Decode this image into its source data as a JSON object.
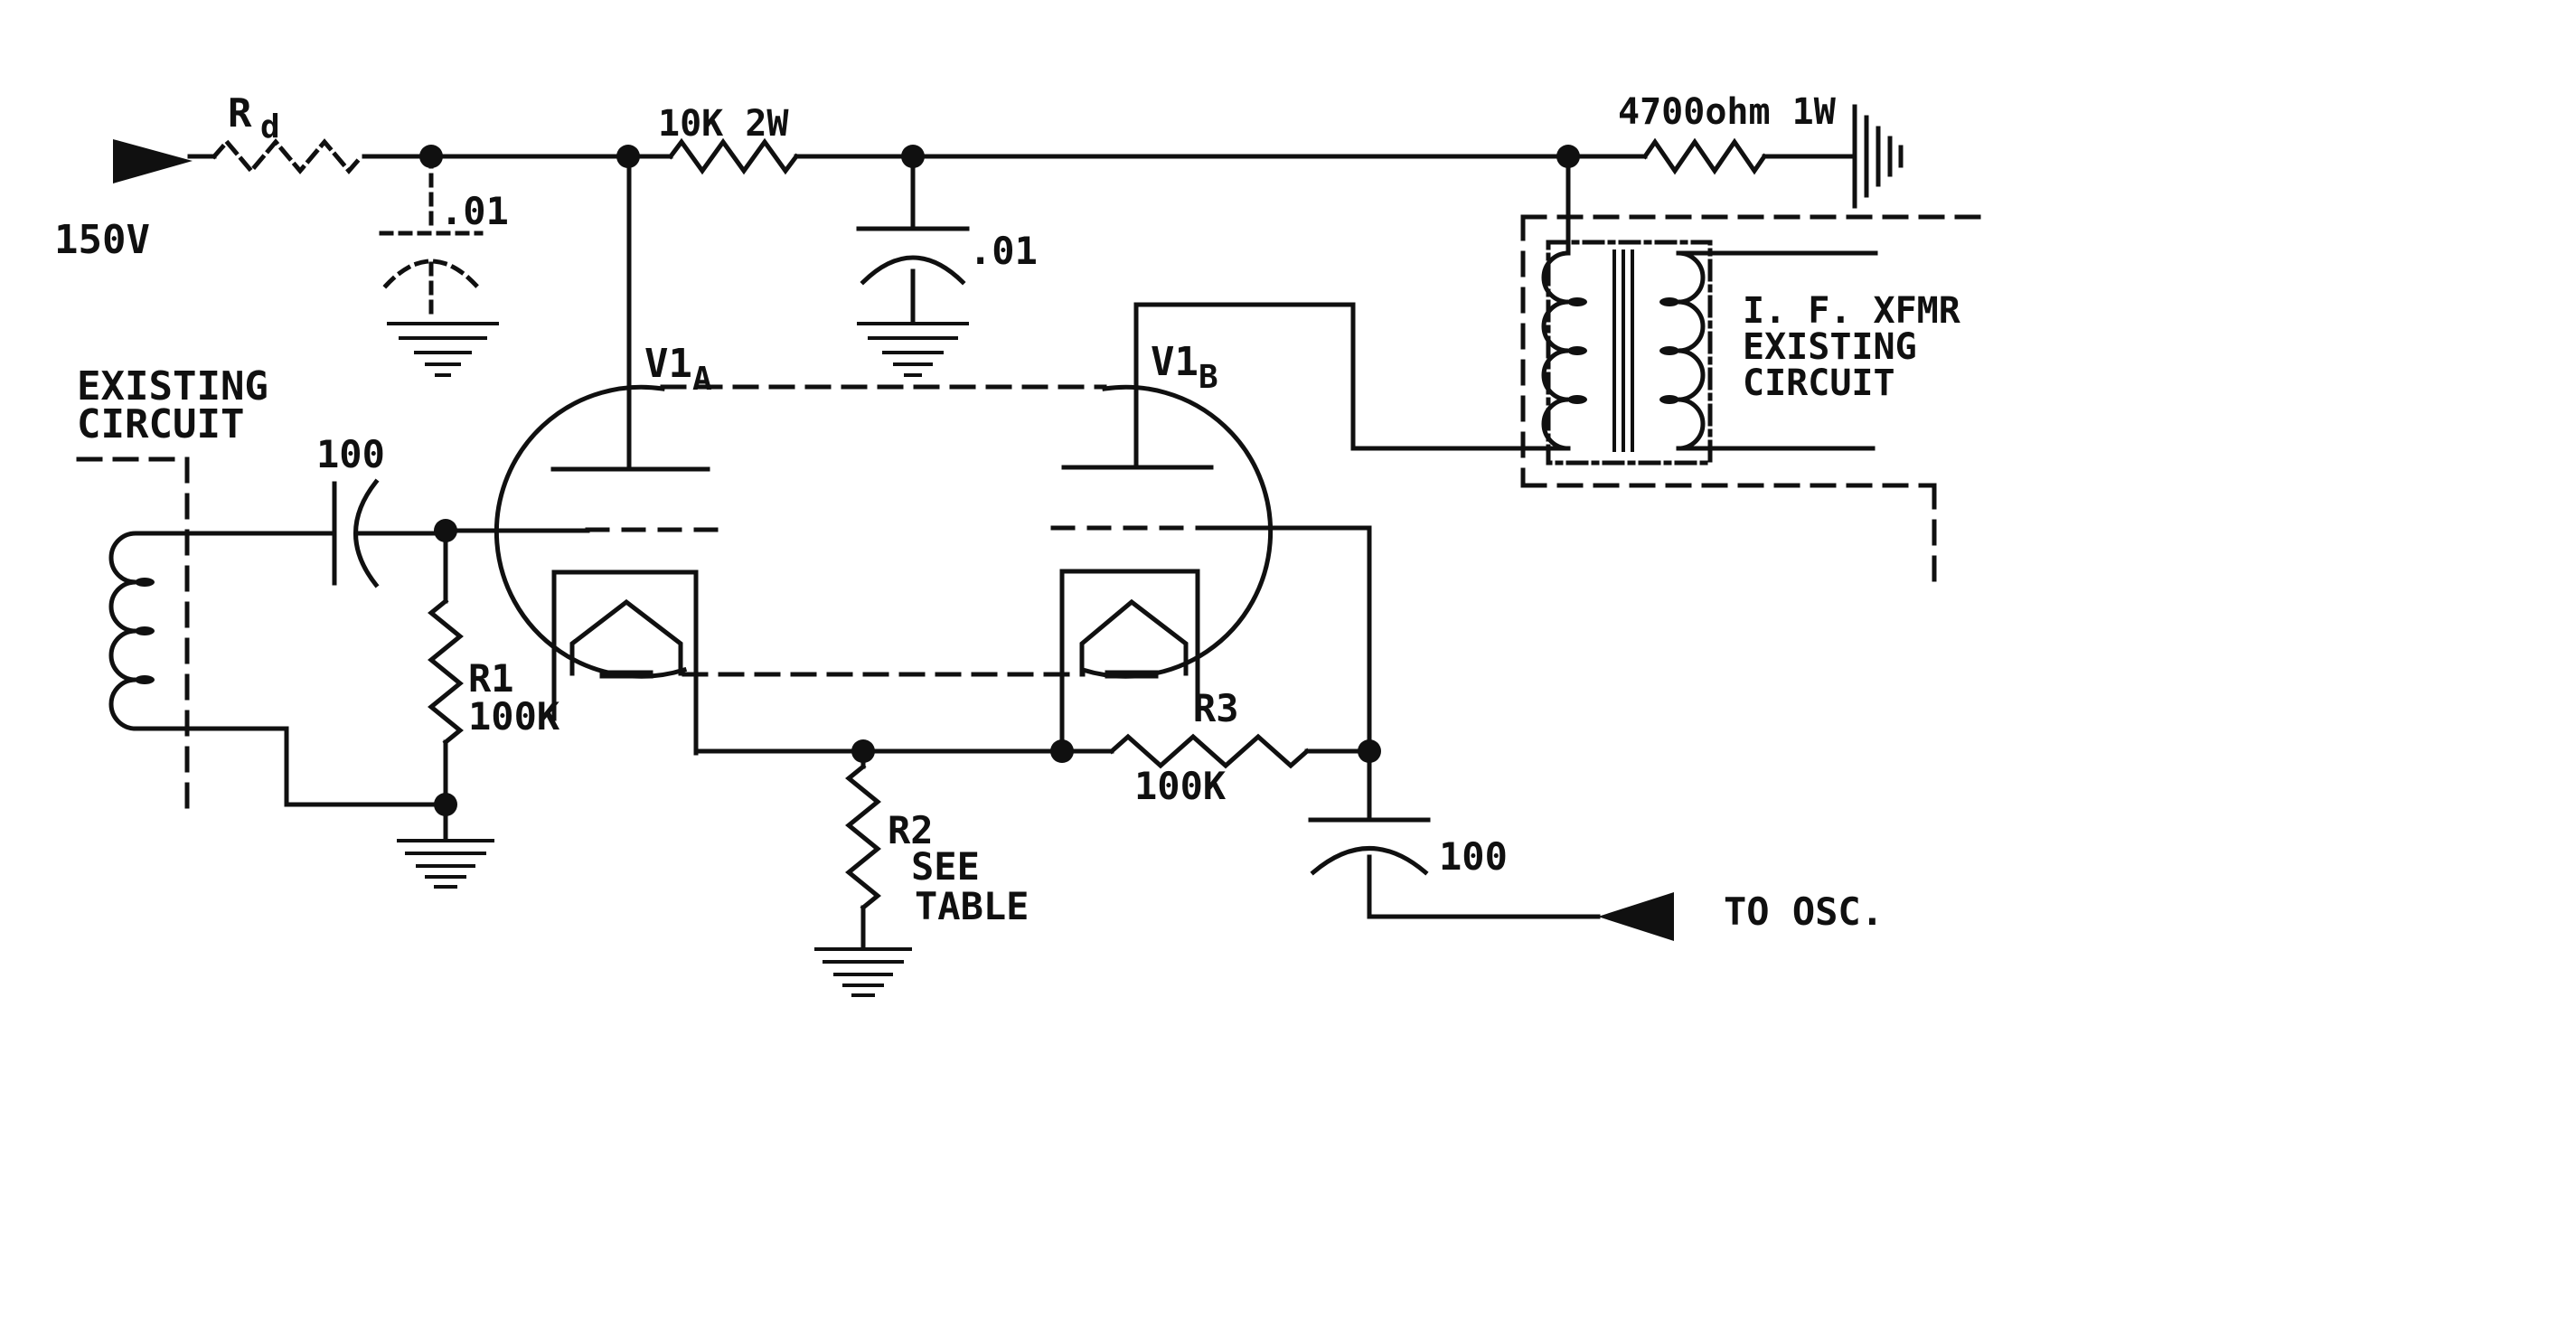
{
  "colors": {
    "ink": "#101010",
    "bg": "#ffffff"
  },
  "labels": {
    "supply": "150V",
    "rd": "R",
    "rd_sub": "d",
    "r_plate": "10K 2W",
    "cap_dashed": ".01",
    "cap_plate": ".01",
    "r_bleed": "4700ohm 1W",
    "xfmr_line1": "I. F. XFMR",
    "xfmr_line2": "EXISTING",
    "xfmr_line3": "CIRCUIT",
    "existing_line1": "EXISTING",
    "existing_line2": "CIRCUIT",
    "cap_in": "100",
    "r1": "R1",
    "r1_val": "100K",
    "v1a": "V1",
    "v1a_sub": "A",
    "v1b": "V1",
    "v1b_sub": "B",
    "r2": "R2",
    "r2_note1": "SEE",
    "r2_note2": "TABLE",
    "r3": "R3",
    "r3_val": "100K",
    "cap_out": "100",
    "to_osc": "TO OSC."
  }
}
